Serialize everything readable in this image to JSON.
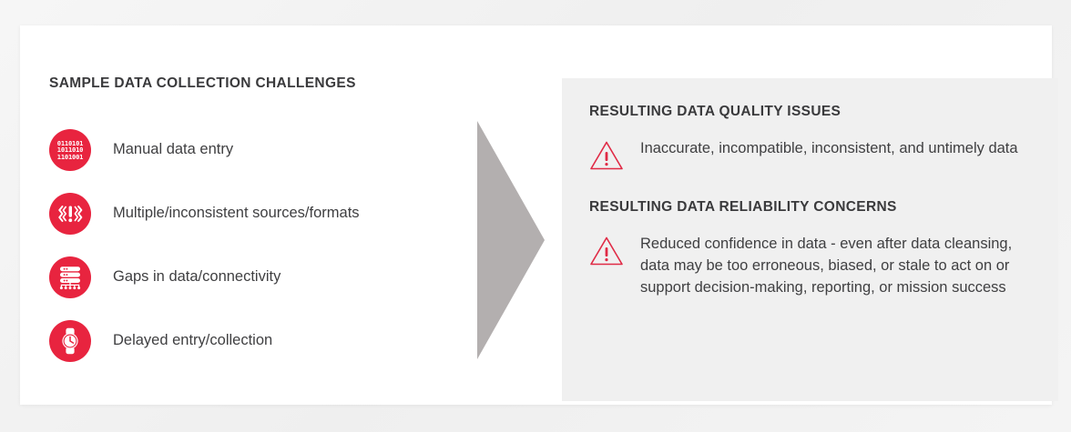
{
  "theme": {
    "accent_red": "#e8243f",
    "heading_color": "#3a3a3c",
    "body_color": "#3f3f41",
    "panel_bg": "#f0f0f0",
    "arrow_color": "#b3afaf",
    "card_bg": "#ffffff"
  },
  "left": {
    "heading": "SAMPLE DATA COLLECTION CHALLENGES",
    "items": [
      {
        "icon": "binary-digits-icon",
        "label": "Manual data entry",
        "binary": [
          "0110101",
          "1011010",
          "1101001"
        ]
      },
      {
        "icon": "alert-vibration-icon",
        "label": "Multiple/inconsistent sources/formats"
      },
      {
        "icon": "server-network-icon",
        "label": "Gaps in data/connectivity"
      },
      {
        "icon": "wristwatch-clock-icon",
        "label": "Delayed entry/collection"
      }
    ]
  },
  "arrow": {
    "icon": "right-arrow-chevron"
  },
  "right": {
    "sections": [
      {
        "heading": "RESULTING DATA QUALITY ISSUES",
        "icon": "warning-triangle-icon",
        "text": "Inaccurate, incompatible, inconsistent, and untimely data"
      },
      {
        "heading": "RESULTING DATA RELIABILITY CONCERNS",
        "icon": "warning-triangle-icon",
        "text": "Reduced confidence in data - even after data cleansing, data may be too erroneous, biased, or stale to act on or support decision-making, reporting, or mission success"
      }
    ]
  }
}
